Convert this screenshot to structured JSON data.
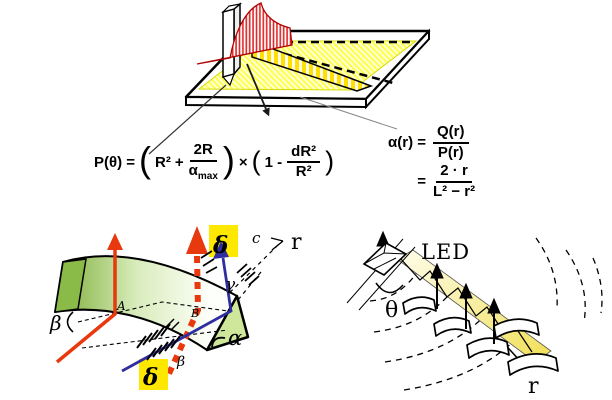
{
  "colors": {
    "red": "#e8380d",
    "dark_red": "#b00000",
    "blue": "#2e2ea0",
    "green_dark": "#79ad35",
    "green_light": "#cfe79b",
    "highlight_yellow": "#ffe800",
    "hatch_yellow": "#ffe000",
    "beam_yellow": "#f1df55",
    "text": "#000000"
  },
  "formulas": {
    "p_theta": {
      "lhs": "P(θ) =",
      "open_paren": "(",
      "term_r2": "R²",
      "plus": "+",
      "frac1_num": "2R",
      "frac1_den_base": "α",
      "frac1_den_sub": "max",
      "close_paren": ")",
      "times": "×",
      "open_paren2": "(",
      "one_minus": "1 -",
      "frac2_num": "dR²",
      "frac2_den": "R²",
      "close_paren2": ")"
    },
    "alpha_r": {
      "lhs": "α(r) =",
      "frac1_num": "Q(r)",
      "frac1_den": "P(r)",
      "eq2": "=",
      "frac2_num": "2 · r",
      "frac2_den": "L² − r²"
    }
  },
  "figures": {
    "wedge": {
      "labels": {
        "beta_main": "β",
        "vertex_a": "A",
        "vertex_b": "B",
        "beta_small": "β",
        "gamma": "γ",
        "alpha": "α",
        "delta_top": "δ",
        "delta_bottom": "δ",
        "c": "c",
        "r": "r"
      }
    },
    "led": {
      "labels": {
        "led": "LED",
        "theta": "θ",
        "r": "r"
      }
    }
  }
}
